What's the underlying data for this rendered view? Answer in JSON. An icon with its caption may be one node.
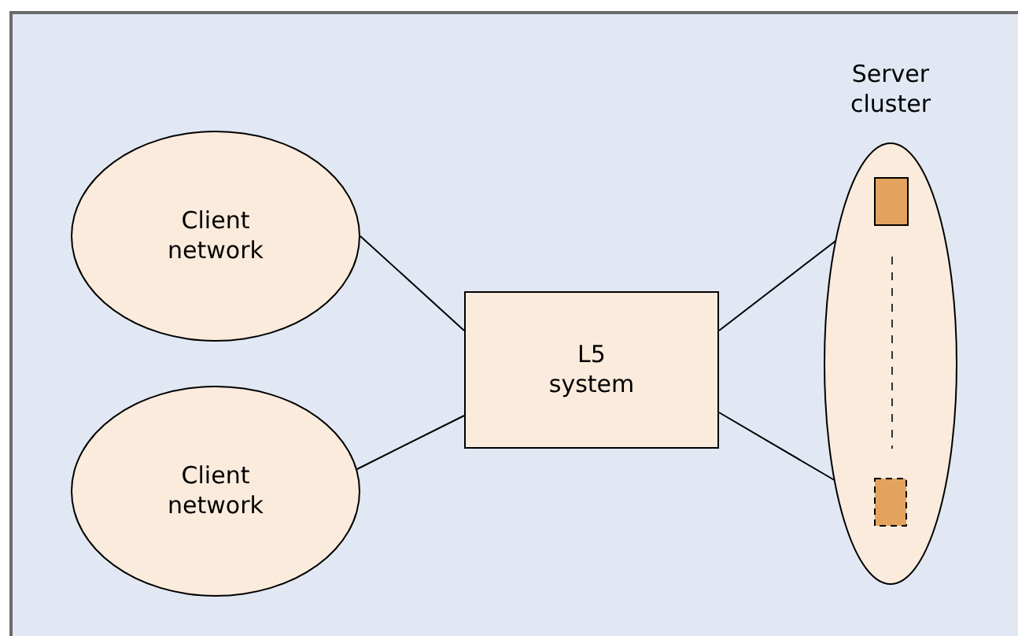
{
  "diagram": {
    "nodes": [
      {
        "text": [
          "Client network"
        ]
      },
      {
        "text": [
          "Client network"
        ]
      },
      {
        "text": [
          "L5 system"
        ]
      },
      {
        "text": [
          "Server cluster"
        ]
      }
    ],
    "edges": [
      {
        "from": 0,
        "to": 2,
        "arrow": "none"
      },
      {
        "from": 1,
        "to": 2,
        "arrow": "none"
      },
      {
        "from": 2,
        "to": 3,
        "arrow": "none"
      },
      {
        "from": 2,
        "to": 3,
        "arrow": "none"
      }
    ]
  }
}
